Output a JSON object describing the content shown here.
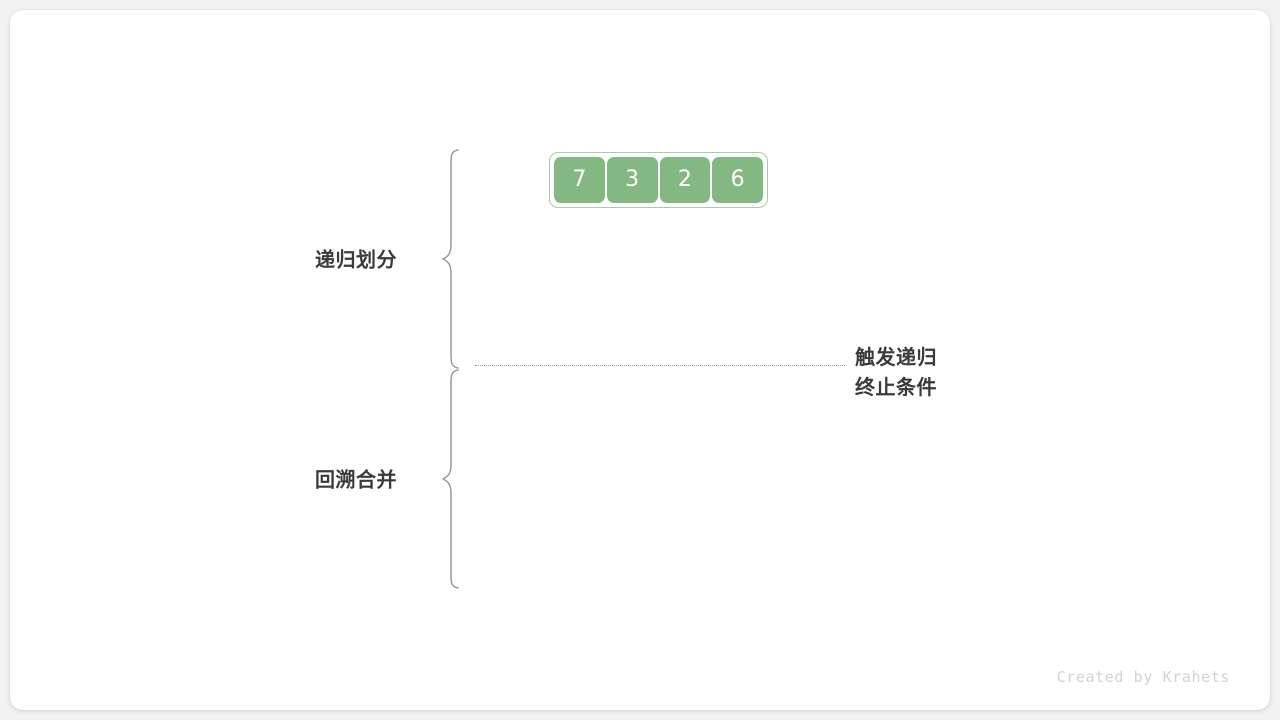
{
  "figure": {
    "background_color": "#f2f2f2",
    "card_color": "#ffffff"
  },
  "array": {
    "accent_color": "#84b882",
    "border_color": "#a7cba4",
    "value_color": "#ffffff",
    "cells": [
      {
        "value": "7"
      },
      {
        "value": "3"
      },
      {
        "value": "2"
      },
      {
        "value": "6"
      }
    ]
  },
  "stages": {
    "divide": {
      "label": "递归划分"
    },
    "merge": {
      "label": "回溯合并"
    }
  },
  "annotation": {
    "line1": "触发递归",
    "line2": "终止条件",
    "color": "#3a3a3a"
  },
  "divider": {
    "style": "dotted",
    "color": "#9a9a9a"
  },
  "braces": {
    "color": "#9a9a9a"
  },
  "watermark": {
    "text": "Created by Krahets",
    "color": "#d2d2d2"
  }
}
